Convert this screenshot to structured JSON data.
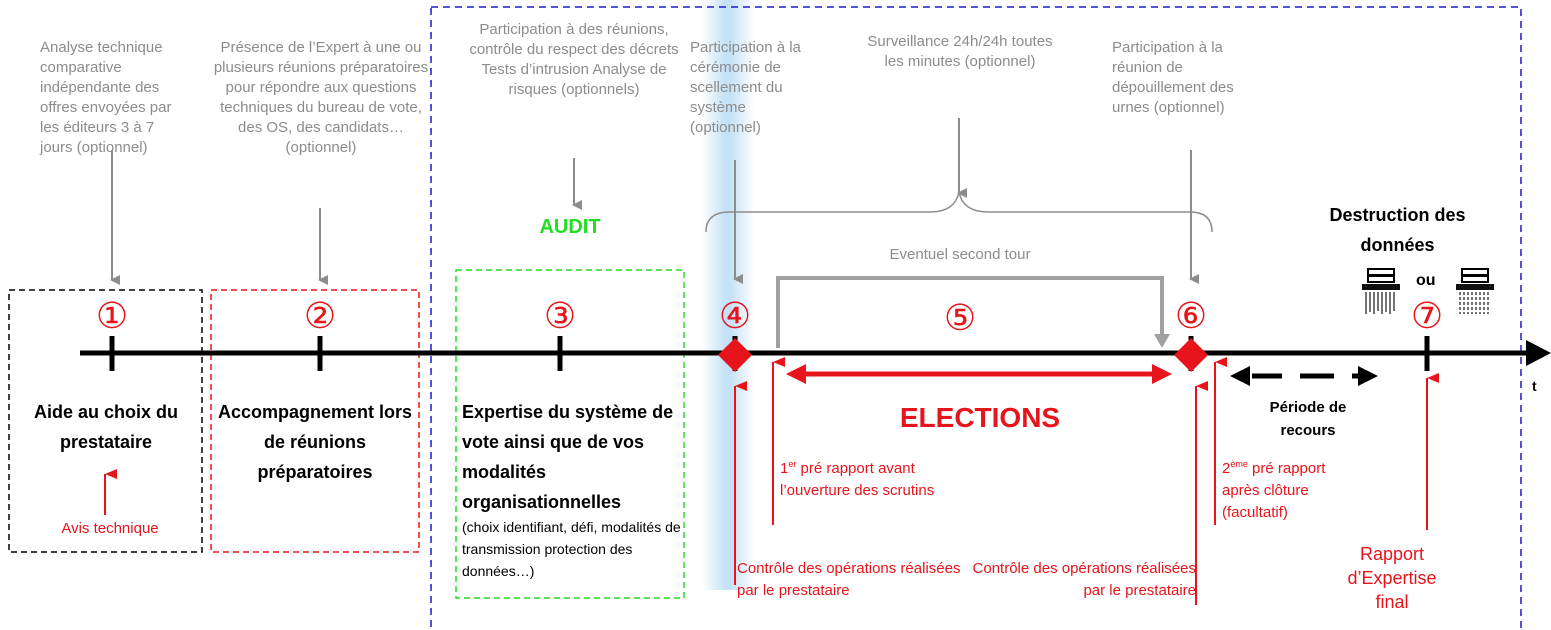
{
  "colors": {
    "red": "#e8141b",
    "gray": "#8c8c8c",
    "blue": "#1a1ad6",
    "green": "#22dd22",
    "black": "#000000"
  },
  "top_notes": {
    "n1": "Analyse technique comparative indépendante des offres envoyées par les éditeurs 3 à 7 jours (optionnel)",
    "n2": "Présence de l’Expert à une ou plusieurs réunions préparatoires pour répondre aux questions techniques du bureau de vote, des OS, des candidats… (optionnel)",
    "n3": "Participation à des réunions, contrôle du respect des décrets Tests d’intrusion Analyse de risques (optionnels)",
    "n4": "Participation à la cérémonie de scellement du système (optionnel)",
    "n5": "Surveillance 24h/24h toutes les minutes (optionnel)",
    "n6": "Participation à la réunion de dépouillement des urnes (optionnel)"
  },
  "audit_label": "AUDIT",
  "second_tour": "Eventuel second tour",
  "destruction": "Destruction des données",
  "ou": "ou",
  "steps": [
    "①",
    "②",
    "③",
    "④",
    "⑤",
    "⑥",
    "⑦"
  ],
  "t_label": "t",
  "boxes": {
    "b1": "Aide au choix du prestataire",
    "b2": "Accompagnement lors de réunions préparatoires",
    "b3_bold": "Expertise du système de vote ainsi que de vos modalités organisationnelles",
    "b3_small": "(choix identifiant, défi, modalités de transmission protection des données…)"
  },
  "avis_technique": "Avis technique",
  "elections": "ELECTIONS",
  "pre_rapport1": {
    "num": "1",
    "sup": "er",
    "text": " pré rapport avant l’ouverture des scrutins"
  },
  "pre_rapport2": {
    "num": "2",
    "sup": "ème",
    "text": " pré rapport après clôture (facultatif)"
  },
  "controle": "Contrôle des opérations réalisées par le prestataire",
  "periode": "Période de recours",
  "rapport_final": "Rapport d’Expertise final"
}
